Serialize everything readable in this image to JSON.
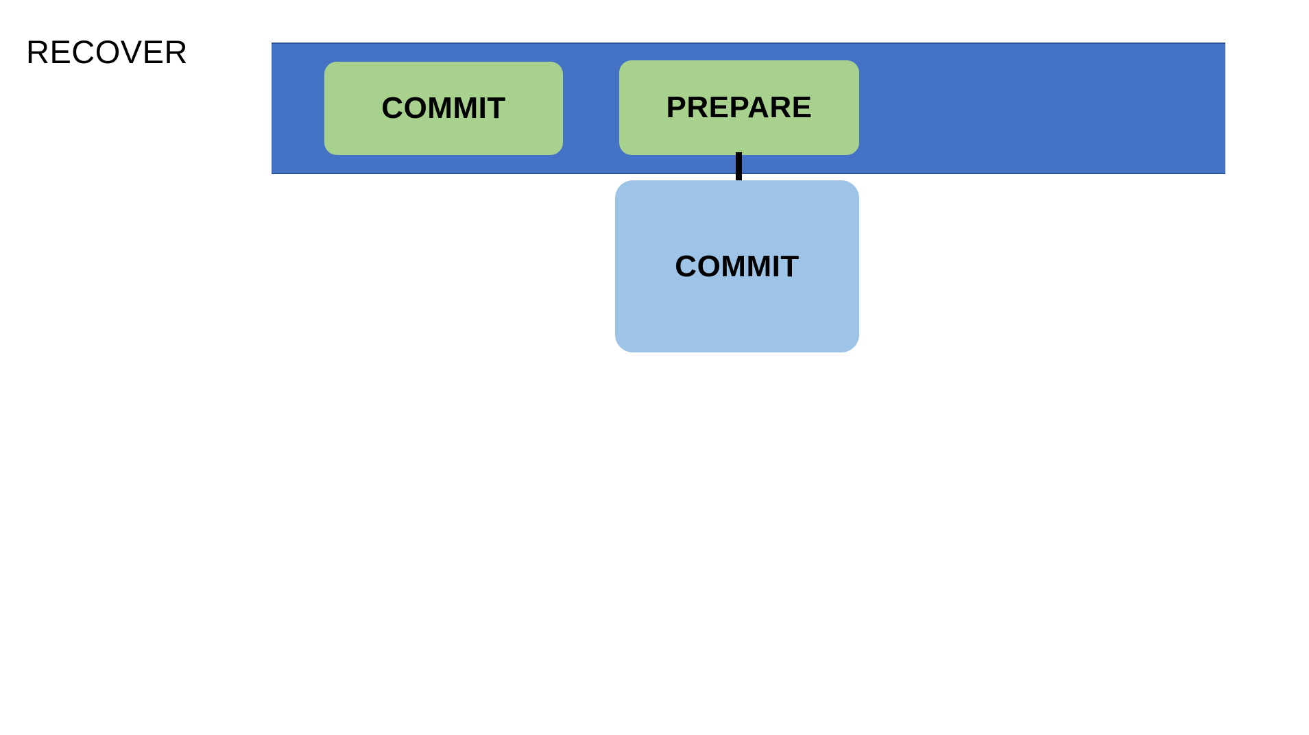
{
  "diagram": {
    "stage_label": "RECOVER",
    "timeline": {
      "name": "recovery-log-band",
      "color": "#4472C4",
      "log_records": [
        {
          "id": "commit-log-record",
          "label": "COMMIT",
          "color": "#A9D18E"
        },
        {
          "id": "prepare-log-record",
          "label": "PREPARE",
          "color": "#A9D18E"
        }
      ]
    },
    "connector": {
      "from": "prepare-log-record",
      "to": "transaction-state-box",
      "color": "#000000"
    },
    "state_box": {
      "id": "transaction-state-box",
      "label": "COMMIT",
      "color": "#9DC3E6"
    }
  },
  "colors": {
    "band_blue": "#4472C4",
    "band_border": "#2E528F",
    "record_green": "#A9D18E",
    "state_light_blue": "#9DC3E6",
    "text_black": "#000000",
    "background": "#FFFFFF"
  }
}
